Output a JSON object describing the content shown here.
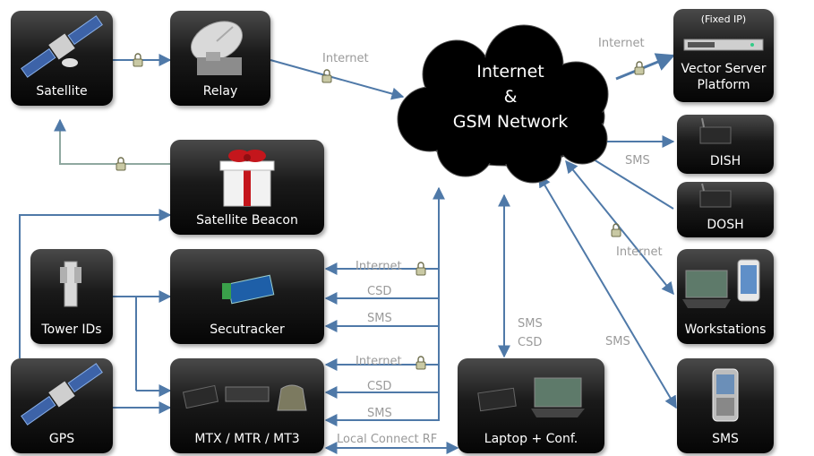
{
  "nodes": {
    "satellite": "Satellite",
    "relay": "Relay",
    "cloud": {
      "line1": "Internet",
      "line2": "&",
      "line3": "GSM Network"
    },
    "vector_server": {
      "top": "(Fixed IP)",
      "label": "Vector Server Platform",
      "line1": "Vector Server",
      "line2": "Platform"
    },
    "dish": "DISH",
    "dosh": "DOSH",
    "satellite_beacon": "Satellite Beacon",
    "tower_ids": "Tower IDs",
    "secutracker": "Secutracker",
    "workstations": "Workstations",
    "gps": "GPS",
    "mtx": "MTX / MTR / MT3",
    "laptop": "Laptop + Conf.",
    "sms": "SMS"
  },
  "edge_labels": {
    "relay_internet": "Internet",
    "server_internet": "Internet",
    "dish_sms": "SMS",
    "workstations_internet": "Internet",
    "secu_internet": "Internet",
    "secu_csd": "CSD",
    "secu_sms": "SMS",
    "laptop_sms": "SMS",
    "laptop_csd": "CSD",
    "phone_sms": "SMS",
    "mtx_internet": "Internet",
    "mtx_csd": "CSD",
    "mtx_sms": "SMS",
    "local_connect": "Local Connect RF"
  },
  "colors": {
    "line": "#4f79a8",
    "beacon_line": "#8fa8a0",
    "box_dark": "#050505",
    "cloud": "#000000",
    "label_gray": "#9a9a9a"
  }
}
